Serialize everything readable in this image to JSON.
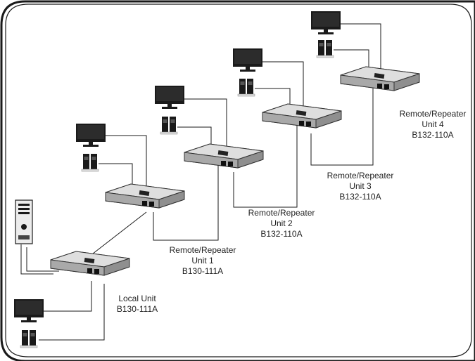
{
  "units": [
    {
      "id": "local",
      "line1": "Local Unit",
      "line2": "",
      "model": "B130-111A"
    },
    {
      "id": "unit1",
      "line1": "Remote/Repeater",
      "line2": "Unit 1",
      "model": "B130-111A"
    },
    {
      "id": "unit2",
      "line1": "Remote/Repeater",
      "line2": "Unit 2",
      "model": "B132-110A"
    },
    {
      "id": "unit3",
      "line1": "Remote/Repeater",
      "line2": "Unit 3",
      "model": "B132-110A"
    },
    {
      "id": "unit4",
      "line1": "Remote/Repeater",
      "line2": "Unit 4",
      "model": "B132-110A"
    }
  ],
  "icons": [
    "computer-tower-icon",
    "monitor-icon",
    "speaker-icon",
    "extender-box-icon"
  ]
}
